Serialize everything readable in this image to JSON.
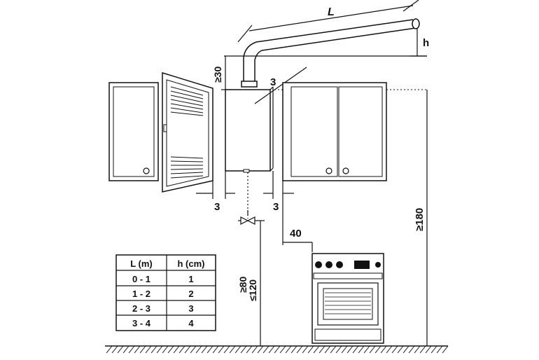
{
  "labels": {
    "L": "L",
    "h": "h",
    "top_clearance": "≥30",
    "side_gap_diag": "3",
    "side_gap_left": "3",
    "side_gap_right": "3",
    "stove_gap": "40",
    "height_main": "≥180",
    "height_min": "≥80",
    "height_max": "≤120"
  },
  "table": {
    "headers": [
      "L (m)",
      "h (cm)"
    ],
    "rows": [
      [
        "0 - 1",
        "1"
      ],
      [
        "1 - 2",
        "2"
      ],
      [
        "2 - 3",
        "3"
      ],
      [
        "3 - 4",
        "4"
      ]
    ]
  },
  "colors": {
    "line": "#111111",
    "background": "#ffffff"
  }
}
